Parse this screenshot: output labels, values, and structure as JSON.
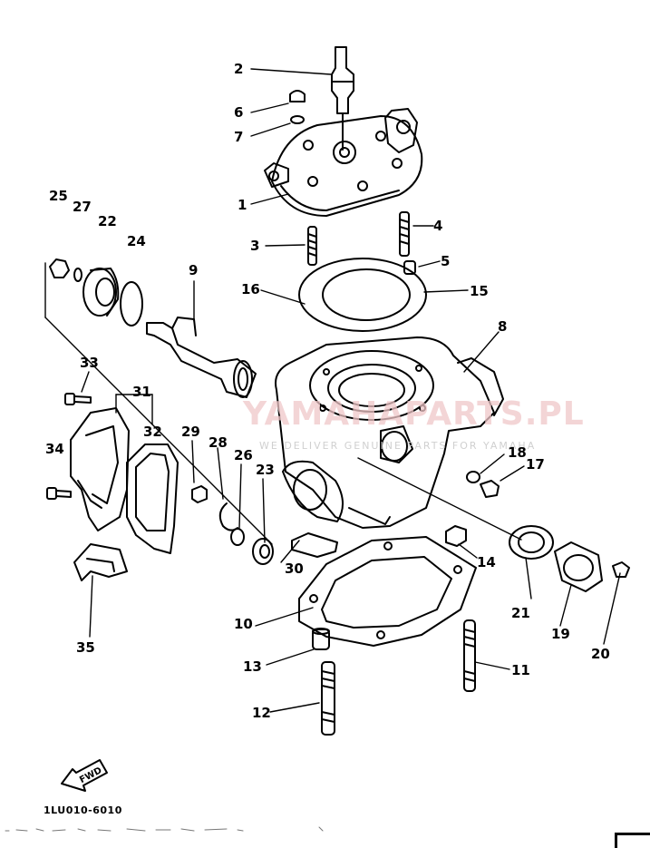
{
  "diagram_code": "1LU010-6010",
  "watermark": {
    "text": "YAMAHAPARTS.PL",
    "subtext": "WE DELIVER GENUINE PARTS FOR YAMAHA"
  },
  "fwd_arrow": "FWD",
  "callouts": [
    {
      "id": "2",
      "part": "spark-plug"
    },
    {
      "id": "6",
      "part": "cap-nut"
    },
    {
      "id": "7",
      "part": "washer"
    },
    {
      "id": "1",
      "part": "cylinder-head"
    },
    {
      "id": "25",
      "part": "cap"
    },
    {
      "id": "27",
      "part": "o-ring"
    },
    {
      "id": "22",
      "part": "housing"
    },
    {
      "id": "24",
      "part": "o-ring"
    },
    {
      "id": "3",
      "part": "stud-bolt"
    },
    {
      "id": "4",
      "part": "stud-bolt"
    },
    {
      "id": "5",
      "part": "dowel-pin"
    },
    {
      "id": "9",
      "part": "hose-joint"
    },
    {
      "id": "16",
      "part": "head-gasket"
    },
    {
      "id": "15",
      "part": "head-gasket"
    },
    {
      "id": "8",
      "part": "cylinder"
    },
    {
      "id": "33",
      "part": "bolt"
    },
    {
      "id": "31",
      "part": "valve-holder"
    },
    {
      "id": "32",
      "part": "gasket"
    },
    {
      "id": "29",
      "part": "bolt"
    },
    {
      "id": "28",
      "part": "clip"
    },
    {
      "id": "26",
      "part": "bushing"
    },
    {
      "id": "23",
      "part": "oil-seal"
    },
    {
      "id": "34",
      "part": "bolt"
    },
    {
      "id": "18",
      "part": "washer"
    },
    {
      "id": "17",
      "part": "bolt"
    },
    {
      "id": "30",
      "part": "guide"
    },
    {
      "id": "14",
      "part": "nut"
    },
    {
      "id": "21",
      "part": "gasket"
    },
    {
      "id": "19",
      "part": "cover"
    },
    {
      "id": "20",
      "part": "bolt"
    },
    {
      "id": "10",
      "part": "base-gasket"
    },
    {
      "id": "35",
      "part": "cover"
    },
    {
      "id": "13",
      "part": "collar"
    },
    {
      "id": "11",
      "part": "stud-bolt"
    },
    {
      "id": "12",
      "part": "stud-bolt"
    }
  ]
}
